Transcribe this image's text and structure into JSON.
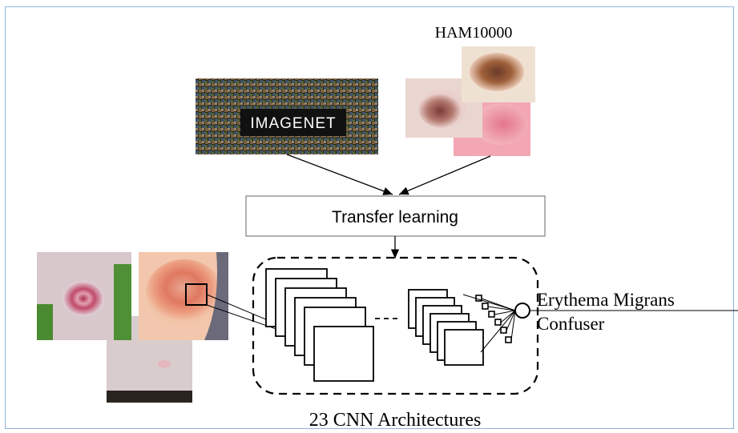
{
  "dataset_label": "HAM10000",
  "imagenet_logo": "IMAGENET",
  "transfer_label": "Transfer learning",
  "output_label_1": "Erythema Migrans",
  "output_label_2": "Confuser",
  "architectures_label": "23 CNN Architectures",
  "colors": {
    "frame_border": "#8fb3d9",
    "line": "#000000",
    "box_border": "#808080",
    "skin_pink": "#f0a08a",
    "lesion_brown": "#8a5a3a"
  }
}
